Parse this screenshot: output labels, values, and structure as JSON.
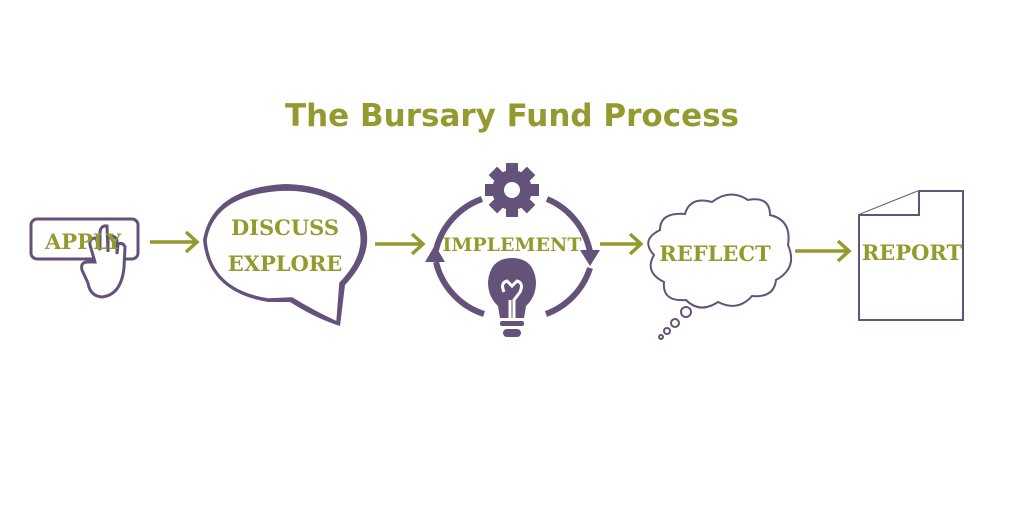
{
  "title": "The Bursary Fund Process",
  "steps": [
    {
      "label": "APPLY",
      "icon": "hand-pointer-icon"
    },
    {
      "label_line1": "DISCUSS",
      "label_line2": "EXPLORE",
      "icon": "speech-bubble-icon"
    },
    {
      "label": "IMPLEMENT",
      "icon": "gear-lightbulb-cycle-icon"
    },
    {
      "label": "REFLECT",
      "icon": "thought-cloud-icon"
    },
    {
      "label": "REPORT",
      "icon": "document-icon"
    }
  ],
  "colors": {
    "accent": "#949a2e",
    "purple": "#65527a"
  }
}
